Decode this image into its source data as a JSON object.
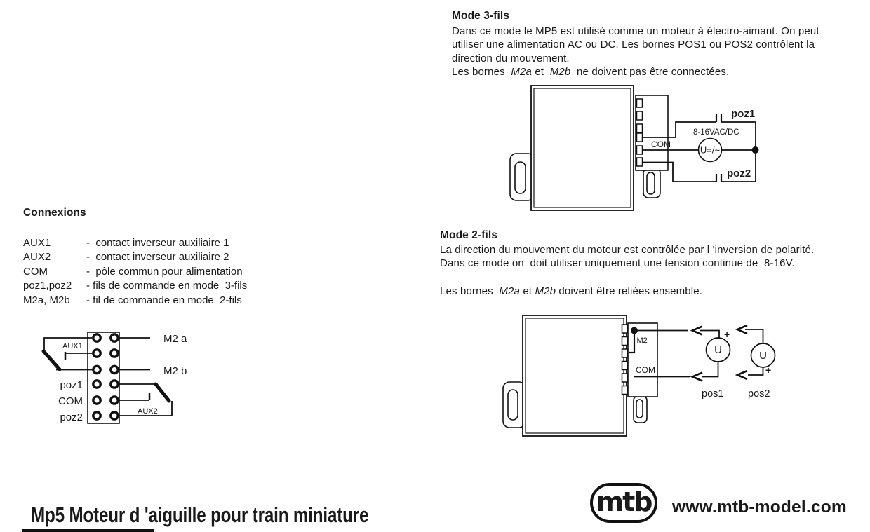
{
  "doc": {
    "title": "Mp5 Moteur d 'aiguille pour train miniature",
    "website": "www.mtb-model.com",
    "logo": "mtb"
  },
  "connexions": {
    "heading": "Connexions",
    "rows": [
      {
        "term": "AUX1",
        "desc": "-  contact inverseur auxiliaire 1"
      },
      {
        "term": "AUX2",
        "desc": "-  contact inverseur auxiliaire 2"
      },
      {
        "term": "COM",
        "desc": "-  pôle commun pour alimentation"
      },
      {
        "term": "poz1,poz2",
        "desc": "- fils de commande en mode  3-fils"
      },
      {
        "term": "M2a, M2b",
        "desc": "- fil de commande en mode  2-fils"
      }
    ]
  },
  "mode3": {
    "heading": "Mode 3-fils",
    "lines": [
      "Dans ce mode le MP5 est utilisé comme un moteur à électro-aimant. On peut",
      "utiliser une alimentation AC ou DC. Les bornes POS1 ou POS2 contrôlent la",
      "direction du mouvement."
    ],
    "note": [
      {
        "t": "Les bornes  "
      },
      {
        "t": "M2a"
      },
      {
        "t": " et  "
      },
      {
        "t": "M2b"
      },
      {
        "t": "  ne doivent pas être connectées."
      }
    ],
    "diagram": {
      "com": "COM",
      "voltage": "8-16VAC/DC",
      "source": "U=/~",
      "poz1": "poz1",
      "poz2": "poz2"
    }
  },
  "mode2": {
    "heading": "Mode 2-fils",
    "lines": [
      "La direction du mouvement du moteur est contrôlée par l 'inversion de polarité.",
      "Dans ce mode on  doit utiliser uniquement une tension continue de  8-16V."
    ],
    "note": [
      {
        "t": "Les bornes  "
      },
      {
        "t": "M2a"
      },
      {
        "t": " et "
      },
      {
        "t": "M2b"
      },
      {
        "t": " doivent être reliées ensemble."
      }
    ],
    "diagram": {
      "m2": "M2",
      "com": "COM",
      "u1": "U",
      "u2": "U",
      "plus1": "+",
      "plus2": "+",
      "pos1": "pos1",
      "pos2": "pos2"
    }
  },
  "pinout": {
    "aux1": "AUX1",
    "aux2": "AUX2",
    "m2a": "M2 a",
    "m2b": "M2 b",
    "poz1": "poz1",
    "com": "COM",
    "poz2": "poz2"
  }
}
